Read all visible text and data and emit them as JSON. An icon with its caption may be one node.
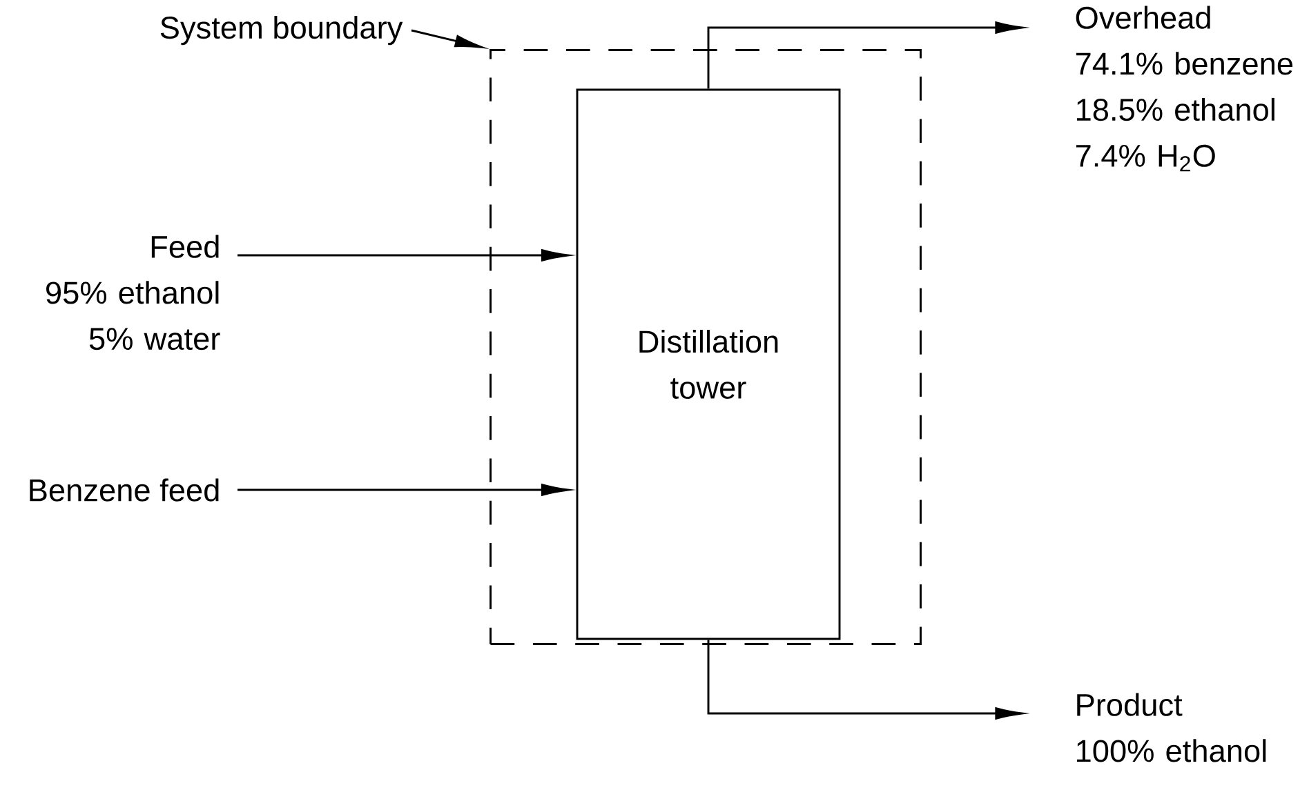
{
  "diagram": {
    "nodes": [
      {
        "text": [
          "System boundary"
        ]
      },
      {
        "text": [],
        "shape": "box"
      },
      {
        "text": [
          "Distillation tower"
        ],
        "in": 1
      },
      {
        "text": [
          "Feed",
          "95% ethanol 5% water"
        ]
      },
      {
        "text": [
          "Benzene feed"
        ]
      },
      {
        "text": [
          "Overhead",
          "74.1% benzene 18.5% ethanol 7.4% H$_{2}$O"
        ]
      },
      {
        "text": [
          "Product",
          "100% ethanol"
        ]
      }
    ],
    "edges": [
      {
        "from": 0,
        "to": 1,
        "arrow": "to"
      },
      {
        "from": 3,
        "to": 2,
        "arrow": "to"
      },
      {
        "from": 4,
        "to": 2,
        "arrow": "to"
      },
      {
        "from": 2,
        "to": 5,
        "arrow": "to"
      },
      {
        "from": 2,
        "to": 6,
        "arrow": "to"
      }
    ]
  }
}
